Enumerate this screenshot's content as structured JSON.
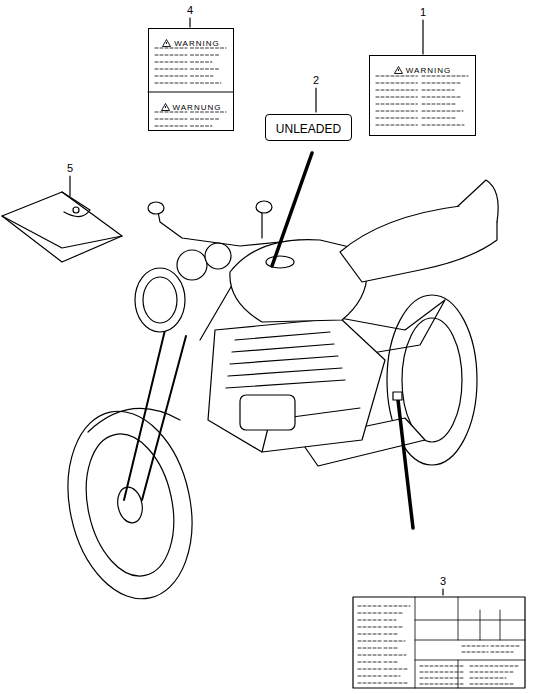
{
  "diagram": {
    "nodes": [
      {
        "text": [
          "WARNING",
          "WARNUNG"
        ]
      },
      {
        "text": [
          "UNLEADED"
        ]
      },
      {
        "text": [
          "WARNING"
        ]
      }
    ],
    "labels": [
      "4",
      "2",
      "1",
      "5",
      "3"
    ]
  }
}
